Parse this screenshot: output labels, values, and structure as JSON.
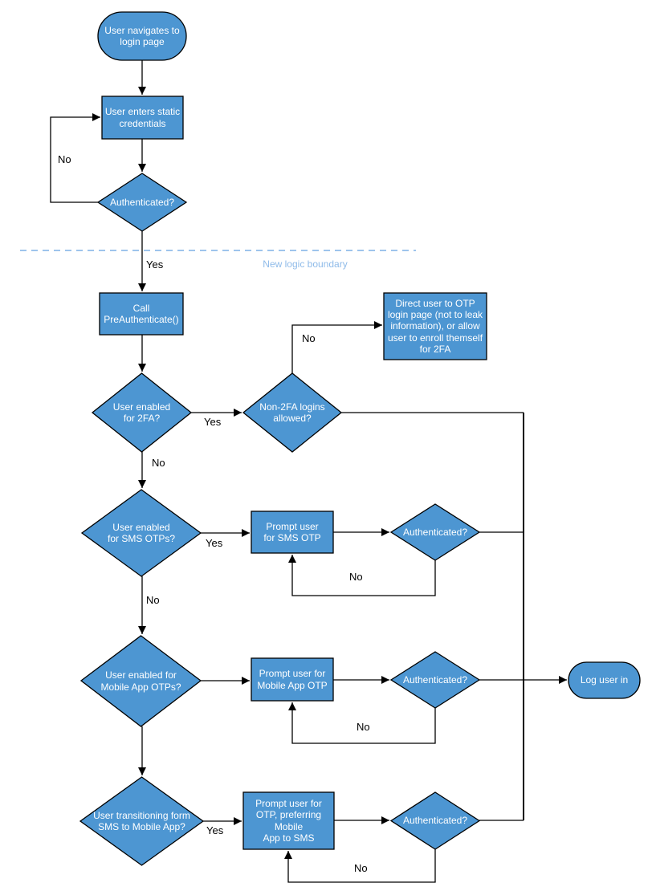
{
  "colors": {
    "canvas_bg": "#FFFFFF",
    "node_fill": "#4D96D2",
    "node_stroke": "#000000",
    "node_text": "#FFFFFF",
    "edge_stroke": "#000000",
    "label_text": "#000000",
    "boundary_line": "#7FB1E6",
    "boundary_text": "#8FBBE9"
  },
  "diagram": {
    "boundary_label": "New logic boundary",
    "nodes": {
      "start": "User navigates to\nlogin page",
      "enter_creds": "User enters static\ncredentials",
      "auth1": "Authenticated?",
      "call_preauth": "Call\nPreAuthenticate()",
      "enabled_2fa": "User enabled\nfor 2FA?",
      "non2fa": "Non-2FA logins\nallowed?",
      "direct_otp": "Direct user to OTP\nlogin page (not to leak\ninformation), or allow\nuser to enroll themself\nfor 2FA",
      "enabled_sms": "User enabled\nfor SMS OTPs?",
      "prompt_sms": "Prompt user\nfor SMS OTP",
      "auth_sms": "Authenticated?",
      "enabled_mobile": "User enabled for\nMobile App OTPs?",
      "prompt_mobile": "Prompt user for\nMobile App OTP",
      "auth_mobile": "Authenticated?",
      "log_in": "Log user in",
      "transition": "User transitioning form\nSMS to Mobile App?",
      "prompt_otp": "Prompt user for\nOTP, preferring\nMobile\nApp to SMS",
      "auth_transition": "Authenticated?"
    },
    "edge_labels": {
      "auth1_no": "No",
      "auth1_yes": "Yes",
      "non2fa_no": "No",
      "enabled_2fa_yes": "Yes",
      "enabled_2fa_no": "No",
      "enabled_sms_yes": "Yes",
      "auth_sms_no": "No",
      "enabled_sms_no": "No",
      "auth_mobile_no": "No",
      "transition_yes": "Yes",
      "auth_transition_no": "No"
    }
  }
}
